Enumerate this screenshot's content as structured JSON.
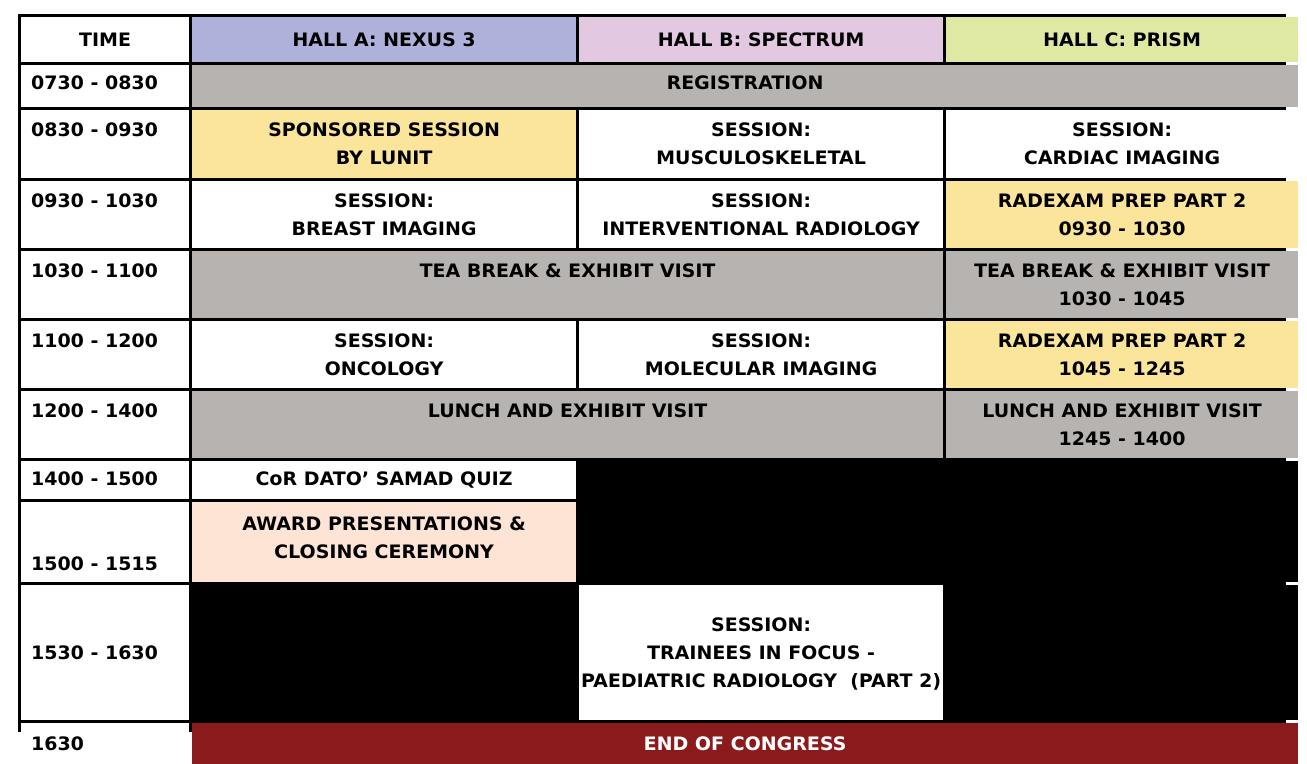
{
  "header": {
    "time": "TIME",
    "hall_a": "HALL A: NEXUS 3",
    "hall_b": "HALL B: SPECTRUM",
    "hall_c": "HALL C: PRISM"
  },
  "rows": {
    "r1": {
      "time": "0730 - 0830",
      "all": "REGISTRATION"
    },
    "r2": {
      "time": "0830 - 0930",
      "a": [
        "SPONSORED SESSION",
        "BY LUNIT"
      ],
      "b": [
        "SESSION:",
        "MUSCULOSKELETAL"
      ],
      "c": [
        "SESSION:",
        "CARDIAC IMAGING"
      ]
    },
    "r3": {
      "time": "0930 - 1030",
      "a": [
        "SESSION:",
        "BREAST IMAGING"
      ],
      "b": [
        "SESSION:",
        "INTERVENTIONAL RADIOLOGY"
      ],
      "c": [
        "RADEXAM PREP PART 2",
        "0930 - 1030"
      ]
    },
    "r4": {
      "time": "1030 - 1100",
      "ab": "TEA BREAK & EXHIBIT VISIT",
      "c": [
        "TEA BREAK & EXHIBIT VISIT",
        "1030 - 1045"
      ]
    },
    "r5": {
      "time": "1100 - 1200",
      "a": [
        "SESSION:",
        "ONCOLOGY"
      ],
      "b": [
        "SESSION:",
        "MOLECULAR IMAGING"
      ],
      "c": [
        "RADEXAM PREP PART 2",
        "1045 - 1245"
      ]
    },
    "r6": {
      "time": "1200 - 1400",
      "ab": "LUNCH AND EXHIBIT VISIT",
      "c": [
        "LUNCH AND EXHIBIT VISIT",
        "1245 - 1400"
      ]
    },
    "r7": {
      "time": "1400 - 1500",
      "a": "CoR DATO’ SAMAD QUIZ"
    },
    "r8": {
      "time": "1500 - 1515",
      "a": [
        "AWARD PRESENTATIONS &",
        "CLOSING CEREMONY"
      ]
    },
    "r9": {
      "time": "1530 - 1630",
      "b": [
        "SESSION:",
        "TRAINEES IN FOCUS -",
        "PAEDIATRIC RADIOLOGY  (PART 2)"
      ]
    },
    "r10": {
      "time": "1630",
      "all": "END OF CONGRESS"
    }
  },
  "colors": {
    "hall_a": "#aeb1d9",
    "hall_b": "#e2c8e0",
    "hall_c": "#dfe9a3",
    "grey": "#b7b3b1",
    "yellow": "#fbe59a",
    "peach": "#fde4d5",
    "end_red": "#8b1a1d"
  }
}
